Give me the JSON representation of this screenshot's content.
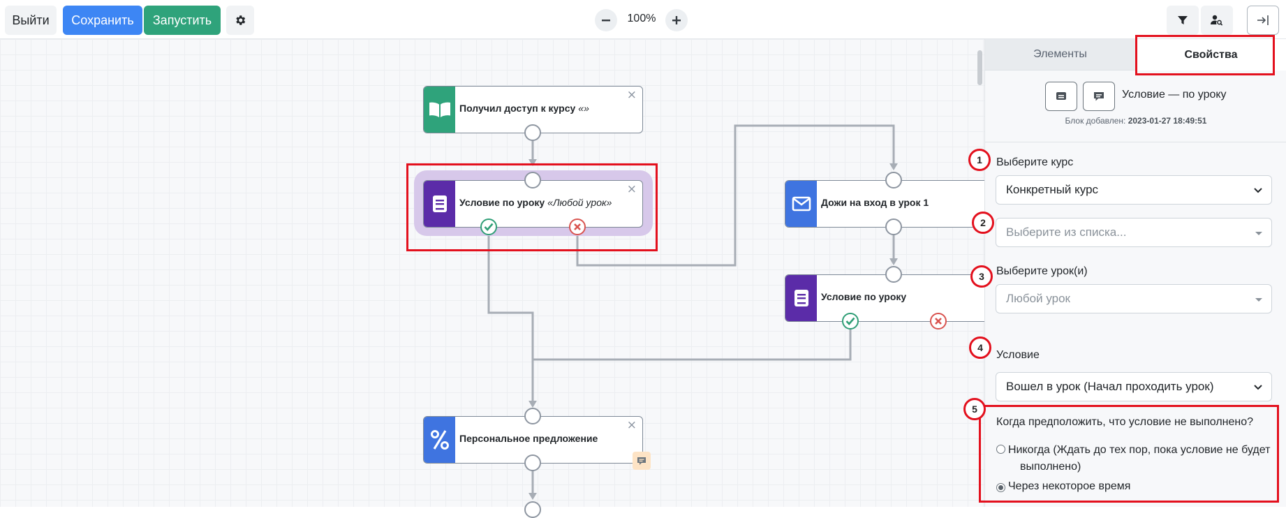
{
  "toolbar": {
    "exit_label": "Выйти",
    "save_label": "Сохранить",
    "run_label": "Запустить",
    "zoom_level": "100%",
    "save_color": "#3d86f4",
    "run_color": "#2fa37b"
  },
  "canvas": {
    "nodes": [
      {
        "title": "Получил доступ к курсу",
        "subtitle": "«»",
        "icon": "book-open-icon",
        "color": "#2fa37b"
      },
      {
        "title": "Условие по уроку",
        "subtitle": "«Любой урок»",
        "icon": "lesson-book-icon",
        "color": "#5b2ca8"
      },
      {
        "title": "Дожи на вход в урок 1",
        "subtitle": "",
        "icon": "envelope-icon",
        "color": "#3f74e0"
      },
      {
        "title": "Условие по уроку",
        "subtitle": "",
        "icon": "lesson-book-icon",
        "color": "#5b2ca8"
      },
      {
        "title": "Персональное предложение",
        "subtitle": "",
        "icon": "percent-icon",
        "color": "#3f74e0"
      }
    ],
    "close_glyph": "×"
  },
  "panel": {
    "tabs": [
      {
        "label": "Элементы",
        "active": false
      },
      {
        "label": "Свойства",
        "active": true
      }
    ],
    "block_title": "Условие — по уроку",
    "block_added_label": "Блок добавлен:",
    "block_added_value": "2023-01-27 18:49:51",
    "fields": [
      {
        "number": "1",
        "label": "Выберите курс",
        "value": "Конкретный курс"
      },
      {
        "number": "2",
        "label": "",
        "placeholder": "Выберите из списка..."
      },
      {
        "number": "3",
        "label": "Выберите урок(и)",
        "value": "Любой урок"
      },
      {
        "number": "4",
        "label": "Условие",
        "value": "Вошел в урок (Начал проходить урок)"
      }
    ],
    "fail_section": {
      "number": "5",
      "question": "Когда предположить, что условие не выполнено?",
      "options": [
        {
          "label": "Никогда (Ждать до тех пор, пока условие не будет выполнено)",
          "line1": "Никогда (Ждать до тех пор, пока условие не будет",
          "line2": "выполнено)",
          "checked": false
        },
        {
          "label": "Через некоторое время",
          "checked": true
        }
      ]
    }
  },
  "annotation_color": "#e3101d"
}
